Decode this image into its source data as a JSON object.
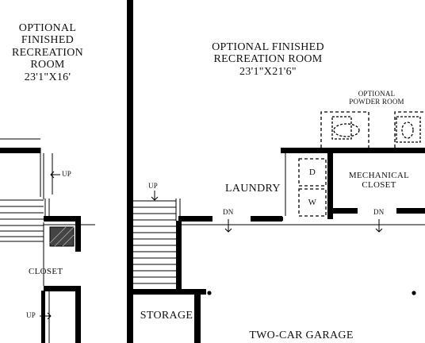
{
  "rooms": {
    "rec_room_left": {
      "name_line1": "OPTIONAL",
      "name_line2": "FINISHED",
      "name_line3": "RECREATION",
      "name_line4": "ROOM",
      "dimensions": "23'1\"X16'"
    },
    "rec_room_right": {
      "name_line1": "OPTIONAL FINISHED",
      "name_line2": "RECREATION ROOM",
      "dimensions": "23'1\"X21'6\""
    },
    "powder_room": {
      "line1": "OPTIONAL",
      "line2": "POWDER ROOM"
    },
    "laundry": "LAUNDRY",
    "mechanical": {
      "line1": "MECHANICAL",
      "line2": "CLOSET"
    },
    "closet": "CLOSET",
    "storage": "STORAGE",
    "garage": "TWO-CAR GARAGE"
  },
  "appliances": {
    "dryer": "D",
    "washer": "W"
  },
  "stair_labels": {
    "up_left_upper": "UP",
    "up_middle": "UP",
    "up_left_lower": "UP",
    "dn_laundry": "DN",
    "dn_mechanical": "DN"
  }
}
